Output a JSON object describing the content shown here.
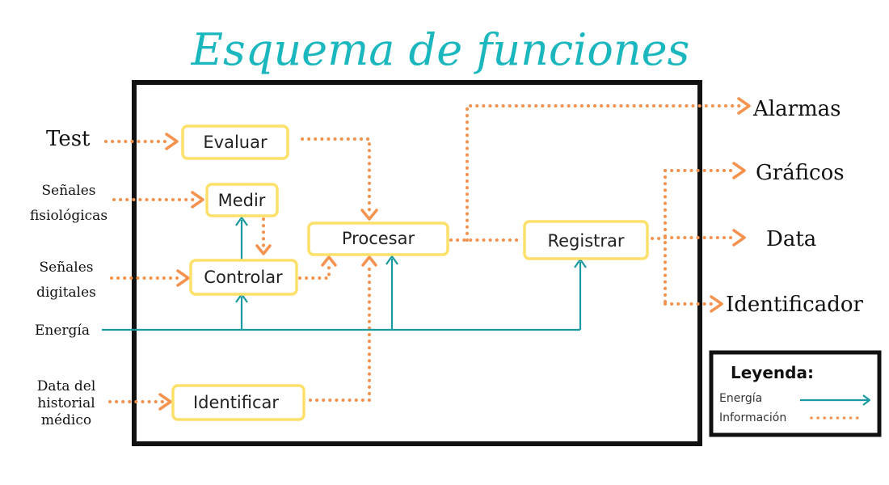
{
  "title": "Esquema de funciones",
  "functions": {
    "evaluar": "Evaluar",
    "medir": "Medir",
    "controlar": "Controlar",
    "procesar": "Procesar",
    "registrar": "Registrar",
    "identificar": "Identificar"
  },
  "inputs": {
    "test": "Test",
    "senales_fisio_1": "Señales",
    "senales_fisio_2": "fisiológicas",
    "senales_dig_1": "Señales",
    "senales_dig_2": "digitales",
    "energia": "Energía",
    "historial_1": "Data del",
    "historial_2": "historial",
    "historial_3": "médico"
  },
  "outputs": {
    "alarmas": "Alarmas",
    "graficos": "Gráficos",
    "data": "Data",
    "identificador": "Identificador"
  },
  "legend": {
    "title": "Leyenda:",
    "energia": "Energía",
    "informacion": "Información"
  },
  "colors": {
    "title": "#1bb7bf",
    "box_border": "#fde06a",
    "information": "#f5924e",
    "energy": "#1a9aa0",
    "frame": "#111111"
  }
}
